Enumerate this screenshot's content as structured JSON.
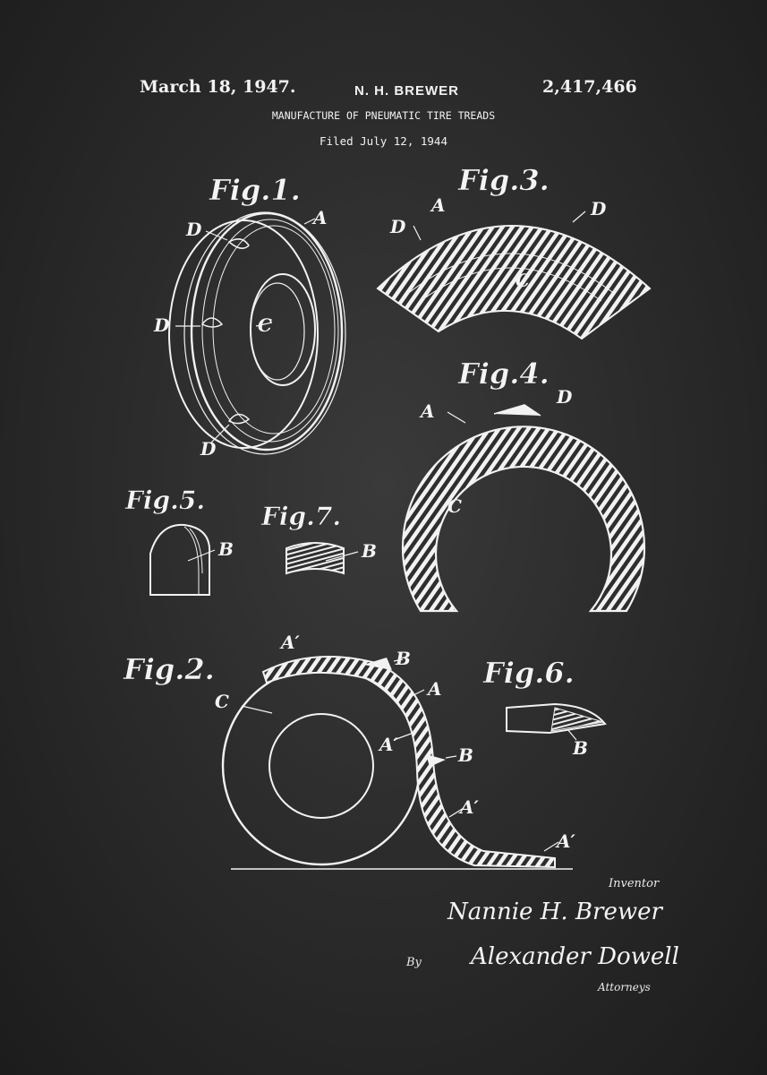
{
  "header": {
    "date": "March 18, 1947.",
    "inventor": "N. H. BREWER",
    "patent_number": "2,417,466",
    "title": "MANUFACTURE OF PNEUMATIC TIRE TREADS",
    "filed": "Filed July 12, 1944"
  },
  "figures": {
    "fig1": "Fig.1.",
    "fig2": "Fig.2.",
    "fig3": "Fig.3.",
    "fig4": "Fig.4.",
    "fig5": "Fig.5.",
    "fig6": "Fig.6.",
    "fig7": "Fig.7."
  },
  "labels": {
    "A": "A",
    "A_prime": "A′",
    "B": "B",
    "C": "C",
    "D": "D"
  },
  "signature": {
    "inventor_role": "Inventor",
    "inventor_name": "Nannie H. Brewer",
    "by": "By",
    "attorney_name": "Alexander Dowell",
    "attorney_role": "Attorneys"
  },
  "colors": {
    "background": "#2c2c2c",
    "ink": "#f4f4f4"
  }
}
